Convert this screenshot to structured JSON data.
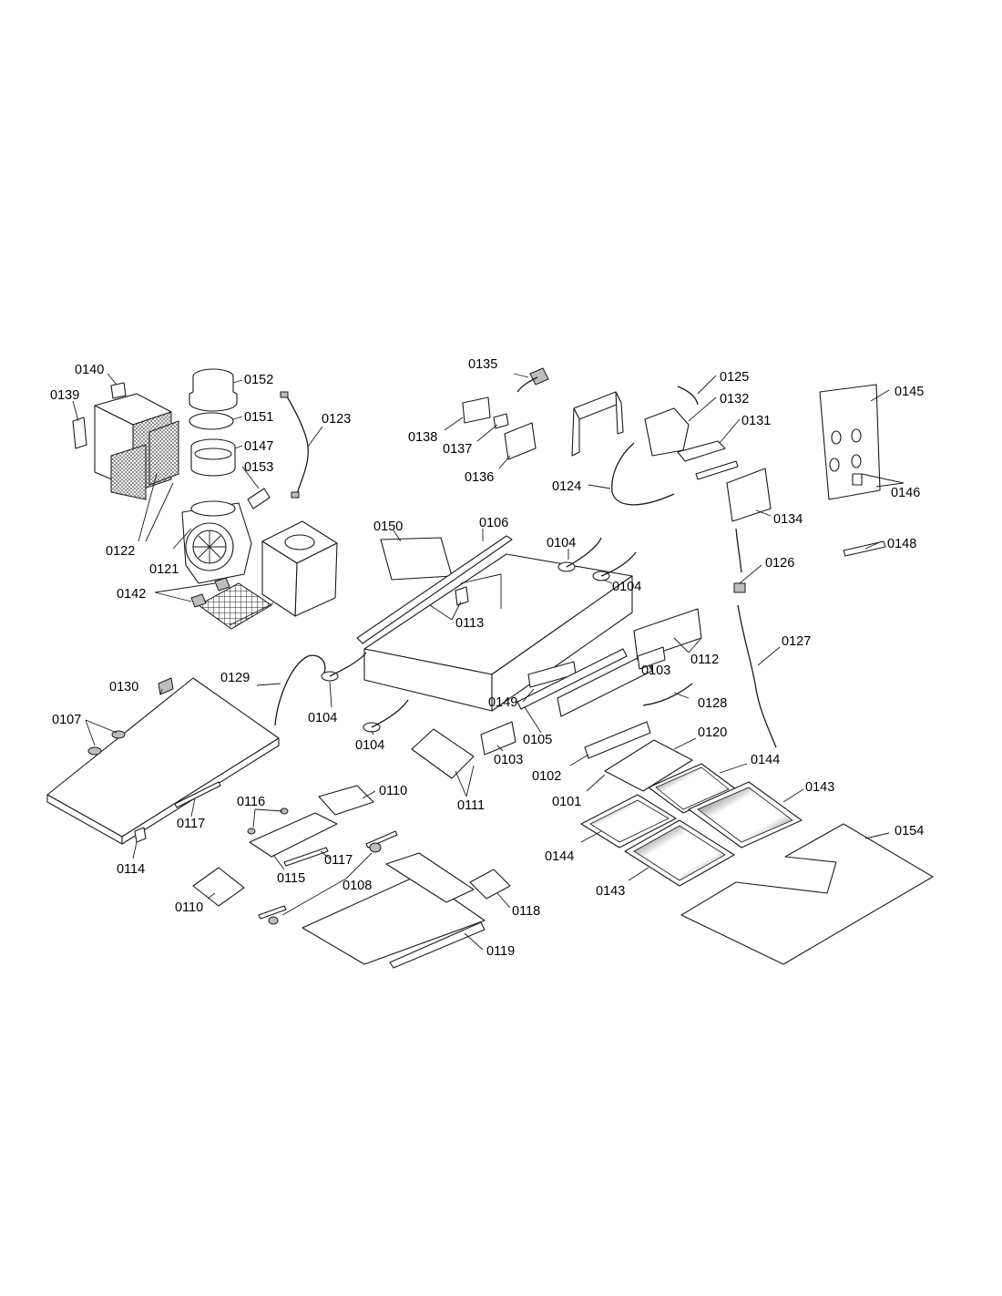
{
  "callouts": {
    "p0101": "0101",
    "p0102": "0102",
    "p0103a": "0103",
    "p0103b": "0103",
    "p0104a": "0104",
    "p0104b": "0104",
    "p0104c": "0104",
    "p0104d": "0104",
    "p0105": "0105",
    "p0106": "0106",
    "p0107": "0107",
    "p0108": "0108",
    "p0110a": "0110",
    "p0110b": "0110",
    "p0111": "0111",
    "p0112": "0112",
    "p0113": "0113",
    "p0114": "0114",
    "p0115": "0115",
    "p0116": "0116",
    "p0117a": "0117",
    "p0117b": "0117",
    "p0118": "0118",
    "p0119": "0119",
    "p0120": "0120",
    "p0121": "0121",
    "p0122": "0122",
    "p0123": "0123",
    "p0124": "0124",
    "p0125": "0125",
    "p0126": "0126",
    "p0127": "0127",
    "p0128": "0128",
    "p0129": "0129",
    "p0130": "0130",
    "p0131": "0131",
    "p0132": "0132",
    "p0134": "0134",
    "p0135": "0135",
    "p0136": "0136",
    "p0137": "0137",
    "p0138": "0138",
    "p0139": "0139",
    "p0140": "0140",
    "p0142": "0142",
    "p0143a": "0143",
    "p0143b": "0143",
    "p0144a": "0144",
    "p0144b": "0144",
    "p0145": "0145",
    "p0146": "0146",
    "p0147": "0147",
    "p0148": "0148",
    "p0149": "0149",
    "p0150": "0150",
    "p0151": "0151",
    "p0152": "0152",
    "p0153": "0153",
    "p0154": "0154"
  }
}
